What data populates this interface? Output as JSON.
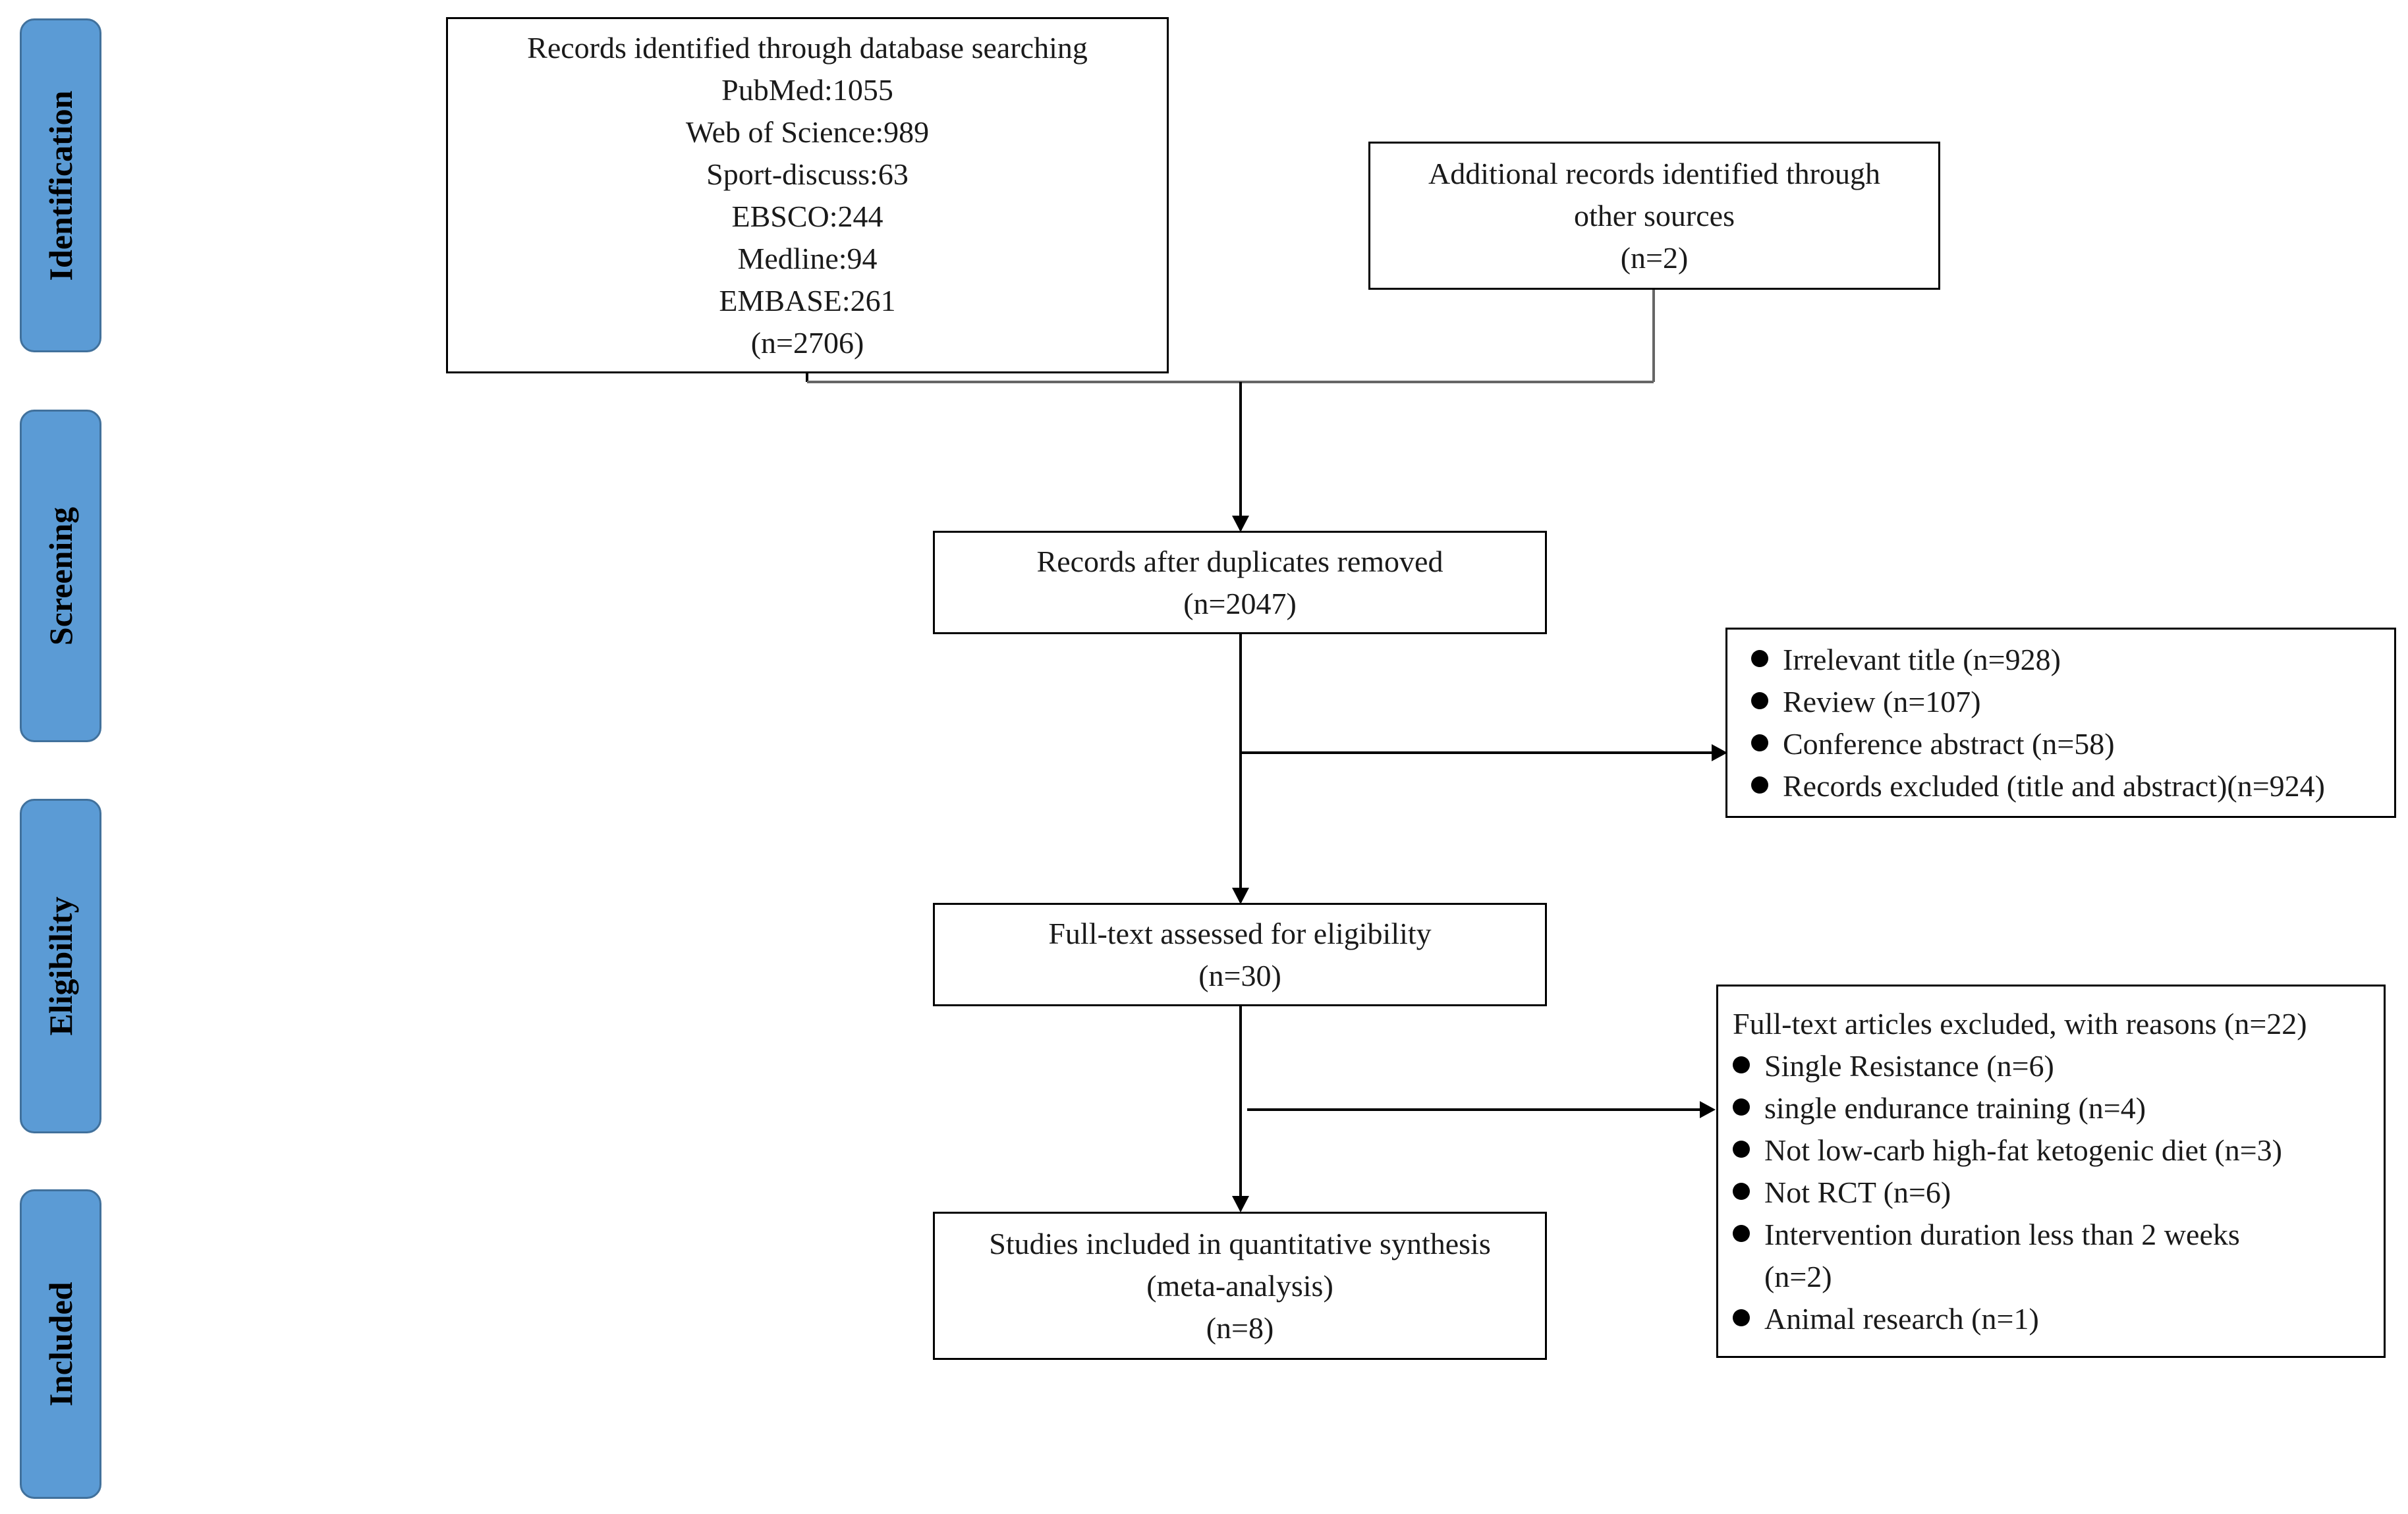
{
  "stages": [
    "Identification",
    "Screening",
    "Eligibility",
    "Included"
  ],
  "identification": {
    "database_box": [
      "Records identified  through  database searching",
      "PubMed:1055",
      "Web of Science:989",
      "Sport-discuss:63",
      "EBSCO:244",
      "Medline:94",
      "EMBASE:261",
      "(n=2706)"
    ],
    "other_box": [
      "Additional  records identified  through",
      "other sources",
      "(n=2)"
    ]
  },
  "screening": {
    "after_duplicates_box": [
      "Records after  duplicates  removed",
      "(n=2047)"
    ],
    "exclusion_box": {
      "items": [
        "Irrelevant  title  (n=928)",
        "Review  (n=107)",
        "Conference  abstract  (n=58)",
        "Records excluded (title and abstract)(n=924)"
      ]
    }
  },
  "eligibility": {
    "fulltext_box": [
      "Full-text  assessed for  eligibility",
      "(n=30)"
    ],
    "exclusion_box": {
      "heading": "Full-text articles excluded, with reasons (n=22)",
      "items": [
        "Single  Resistance  (n=6)",
        "single  endurance  training  (n=4)",
        "Not low-carb  high-fat  ketogenic  diet  (n=3)",
        "Not RCT  (n=6)",
        "Intervention  duration  less  than  2 weeks"
      ],
      "item5_continuation": "(n=2)",
      "last_item": "Animal  research  (n=1)"
    }
  },
  "included": {
    "studies_box": [
      "Studies included  in  quantitative  synthesis",
      "(meta-analysis)",
      "(n=8)"
    ]
  }
}
